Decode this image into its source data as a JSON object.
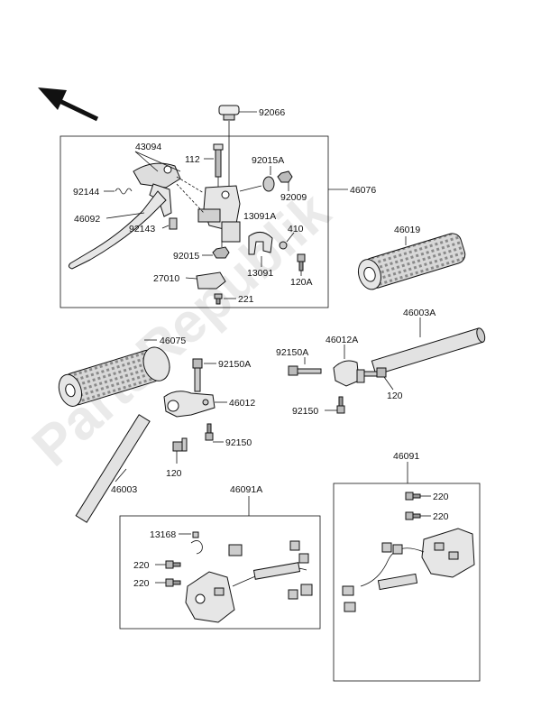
{
  "watermark": "PartsRepublik",
  "part_labels": {
    "p92066": "92066",
    "p43094": "43094",
    "p112": "112",
    "p92015A": "92015A",
    "p92144": "92144",
    "p92009": "92009",
    "p46076": "46076",
    "p46092": "46092",
    "p92143": "92143",
    "p13091A": "13091A",
    "p46019": "46019",
    "p410": "410",
    "p92015": "92015",
    "p13091": "13091",
    "p120A": "120A",
    "p27010": "27010",
    "p221": "221",
    "p46003A": "46003A",
    "p46075": "46075",
    "p46012A": "46012A",
    "p92150A_left": "92150A",
    "p92150A_right": "92150A",
    "p46012": "46012",
    "p120_right": "120",
    "p92150_right": "92150",
    "p92150_left": "92150",
    "p120_left": "120",
    "p46003": "46003",
    "p46091": "46091",
    "p46091A": "46091A",
    "p220_r1": "220",
    "p220_r2": "220",
    "p13168": "13168",
    "p220_l1": "220",
    "p220_l2": "220"
  }
}
